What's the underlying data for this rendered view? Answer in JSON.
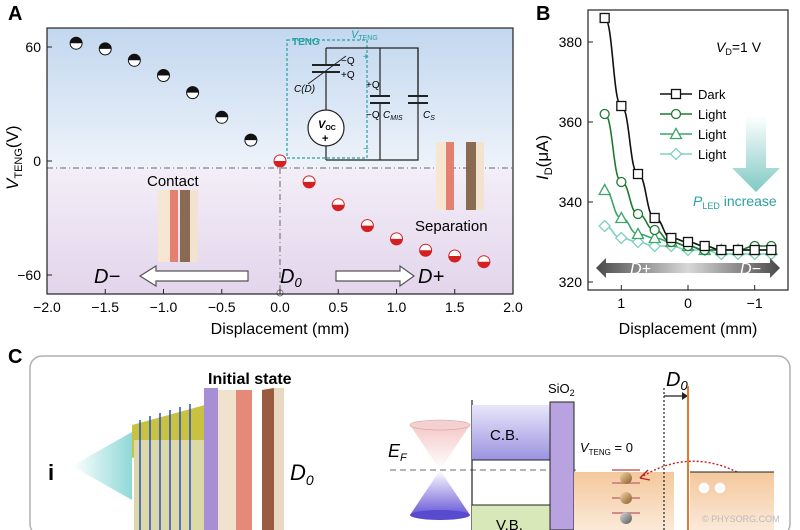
{
  "panels": {
    "a": "A",
    "b": "B",
    "c": "C"
  },
  "chart_data": [
    {
      "type": "scatter",
      "panel": "A",
      "ylabel_main": "V",
      "ylabel_sub": "TENG",
      "ylabel_unit": "(V)",
      "xlabel": "Displacement (mm)",
      "xlim": [
        -2.0,
        2.0
      ],
      "ylim": [
        -70,
        70
      ],
      "xticks": [
        "-2.0",
        "-1.5",
        "-1.0",
        "-0.5",
        "0.0",
        "0.5",
        "1.0",
        "1.5",
        "2.0"
      ],
      "yticks": [
        "60",
        "0",
        "-60"
      ],
      "background": {
        "top_color": "#c7daf0",
        "bottom_color": "#e8dcef"
      },
      "series": [
        {
          "color": "#111111",
          "x": [
            -1.75,
            -1.5,
            -1.25,
            -1.0,
            -0.75,
            -0.5,
            -0.25
          ],
          "y": [
            62,
            59,
            53,
            45,
            36,
            23,
            11
          ]
        },
        {
          "color": "#d42020",
          "x": [
            0.0,
            0.25,
            0.5,
            0.75,
            1.0,
            1.25,
            1.5,
            1.75
          ],
          "y": [
            0,
            -11,
            -23,
            -34,
            -41,
            -47,
            -50,
            -53
          ]
        }
      ],
      "annotations": {
        "contact": "Contact",
        "separation": "Separation",
        "d_minus": "D−",
        "d_plus": "D+",
        "d0_main": "D",
        "d0_sub": "0"
      },
      "circuit": {
        "teng": "TENG",
        "vteng_main": "V",
        "vteng_sub": "TENG",
        "plus1": "+",
        "minus1": "−",
        "neg_q": "−Q",
        "pos_q": "+Q",
        "cd": "C(D)",
        "voc_main": "V",
        "voc_sub": "OC",
        "plus_q2": "+Q",
        "neg_q2": "−Q",
        "cmis_main": "C",
        "cmis_sub": "MIS",
        "cs_main": "C",
        "cs_sub": "S",
        "voc_plus": "+"
      }
    },
    {
      "type": "line",
      "panel": "B",
      "ylabel_main": "I",
      "ylabel_sub": "D",
      "ylabel_unit": "(μA)",
      "xlabel": "Displacement (mm)",
      "xlim": [
        1.5,
        -1.5
      ],
      "ylim": [
        318,
        388
      ],
      "xticks": [
        "1",
        "0",
        "−1"
      ],
      "yticks": [
        "380",
        "360",
        "340",
        "320"
      ],
      "vd_main": "V",
      "vd_sub": "D",
      "vd_value": "=1 V",
      "arrow_label_main": "P",
      "arrow_label_sub": "LED",
      "arrow_label_rest": " increase",
      "gradient_left": "D+",
      "gradient_right": "D−",
      "x": [
        1.25,
        1.0,
        0.75,
        0.5,
        0.25,
        0.0,
        -0.25,
        -0.5,
        -0.75,
        -1.0,
        -1.25
      ],
      "series": [
        {
          "name": "Dark",
          "color": "#111111",
          "marker": "square",
          "values": [
            386,
            364,
            347,
            336,
            331,
            330,
            329,
            328,
            328,
            328,
            328
          ]
        },
        {
          "name": "Light",
          "color": "#1e7a2e",
          "marker": "circle",
          "values": [
            362,
            345,
            337,
            333,
            330,
            329,
            328,
            328,
            328,
            329,
            329
          ]
        },
        {
          "name": "Light",
          "color": "#3aa56a",
          "marker": "triangle",
          "values": [
            343,
            336,
            332,
            331,
            330,
            329,
            328,
            328,
            328,
            328,
            328
          ]
        },
        {
          "name": "Light",
          "color": "#7fd0c0",
          "marker": "diamond",
          "values": [
            334,
            331,
            330,
            329,
            329,
            328,
            328,
            327,
            327,
            327,
            327
          ]
        }
      ]
    }
  ],
  "panel_c": {
    "initial_state": "Initial state",
    "sio2_main": "SiO",
    "sio2_sub": "2",
    "d0_main": "D",
    "d0_sub": "0",
    "d0b_main": "D",
    "d0b_sub": "0",
    "ef_main": "E",
    "ef_sub": "F",
    "cb": "C.B.",
    "vb": "V.B.",
    "vteng_main": "V",
    "vteng_sub": "TENG",
    "vteng_rest": " = 0",
    "roman": "i",
    "watermark": "© PHYSORG.COM"
  }
}
